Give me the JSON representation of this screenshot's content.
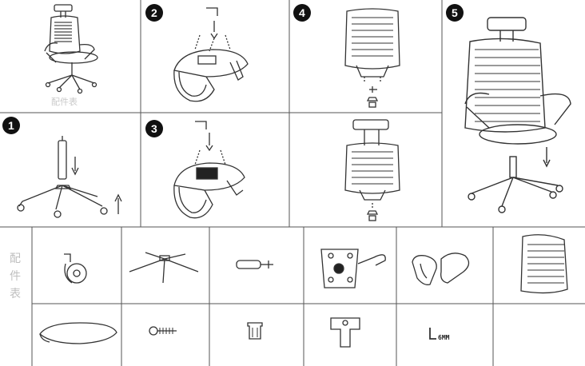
{
  "steps": [
    {
      "number": "❶"
    },
    {
      "number": "❷"
    },
    {
      "number": "❸"
    },
    {
      "number": "❹"
    },
    {
      "number": "❺"
    }
  ],
  "watermark": "配件表",
  "parts_side_label": [
    "配",
    "件",
    "表"
  ],
  "parts": [
    {
      "icon": "caster-icon"
    },
    {
      "icon": "star-base-icon"
    },
    {
      "icon": "gas-lift-icon"
    },
    {
      "icon": "mechanism-icon"
    },
    {
      "icon": "armrests-icon"
    },
    {
      "icon": "mesh-backrest-icon"
    },
    {
      "icon": "seat-cushion-icon"
    },
    {
      "icon": "screw-icon"
    },
    {
      "icon": "bushing-icon"
    },
    {
      "icon": "headrest-bracket-icon"
    },
    {
      "icon": "allen-key-icon",
      "label": "6MM"
    }
  ],
  "colors": {
    "line": "#333333",
    "badge": "#111111",
    "grid": "#555555"
  }
}
